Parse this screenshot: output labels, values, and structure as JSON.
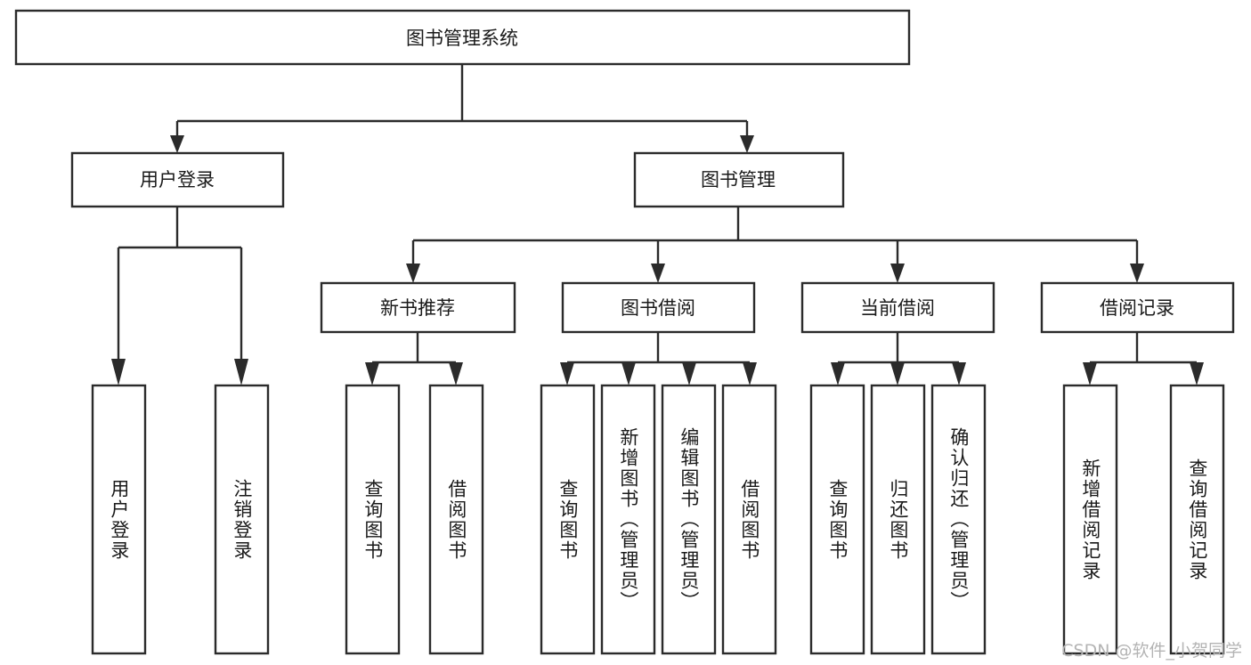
{
  "diagram": {
    "title": "图书管理系统",
    "watermark": "CSDN @软件_小贺同学",
    "colors": {
      "stroke": "#2b2b2b",
      "fill": "#ffffff",
      "text": "#1a1a1a",
      "watermark": "#b4b4b4"
    },
    "root": {
      "label": "图书管理系统",
      "orientation": "horizontal"
    },
    "level2": [
      {
        "label": "用户登录",
        "orientation": "horizontal"
      },
      {
        "label": "图书管理",
        "orientation": "horizontal"
      }
    ],
    "level3": [
      {
        "label": "新书推荐",
        "orientation": "horizontal"
      },
      {
        "label": "图书借阅",
        "orientation": "horizontal"
      },
      {
        "label": "当前借阅",
        "orientation": "horizontal"
      },
      {
        "label": "借阅记录",
        "orientation": "horizontal"
      }
    ],
    "leaves": {
      "user_login": [
        {
          "label": "用户登录",
          "orientation": "vertical"
        },
        {
          "label": "注销登录",
          "orientation": "vertical"
        }
      ],
      "new_book_recommend": [
        {
          "label": "查询图书",
          "orientation": "vertical"
        },
        {
          "label": "借阅图书",
          "orientation": "vertical"
        }
      ],
      "book_borrow": [
        {
          "label": "查询图书",
          "orientation": "vertical"
        },
        {
          "label": "新增图书（管理员）",
          "orientation": "vertical"
        },
        {
          "label": "编辑图书（管理员）",
          "orientation": "vertical"
        },
        {
          "label": "借阅图书",
          "orientation": "vertical"
        }
      ],
      "current_borrow": [
        {
          "label": "查询图书",
          "orientation": "vertical"
        },
        {
          "label": "归还图书",
          "orientation": "vertical"
        },
        {
          "label": "确认归还（管理员）",
          "orientation": "vertical"
        }
      ],
      "borrow_record": [
        {
          "label": "新增借阅记录",
          "orientation": "vertical"
        },
        {
          "label": "查询借阅记录",
          "orientation": "vertical"
        }
      ]
    }
  }
}
